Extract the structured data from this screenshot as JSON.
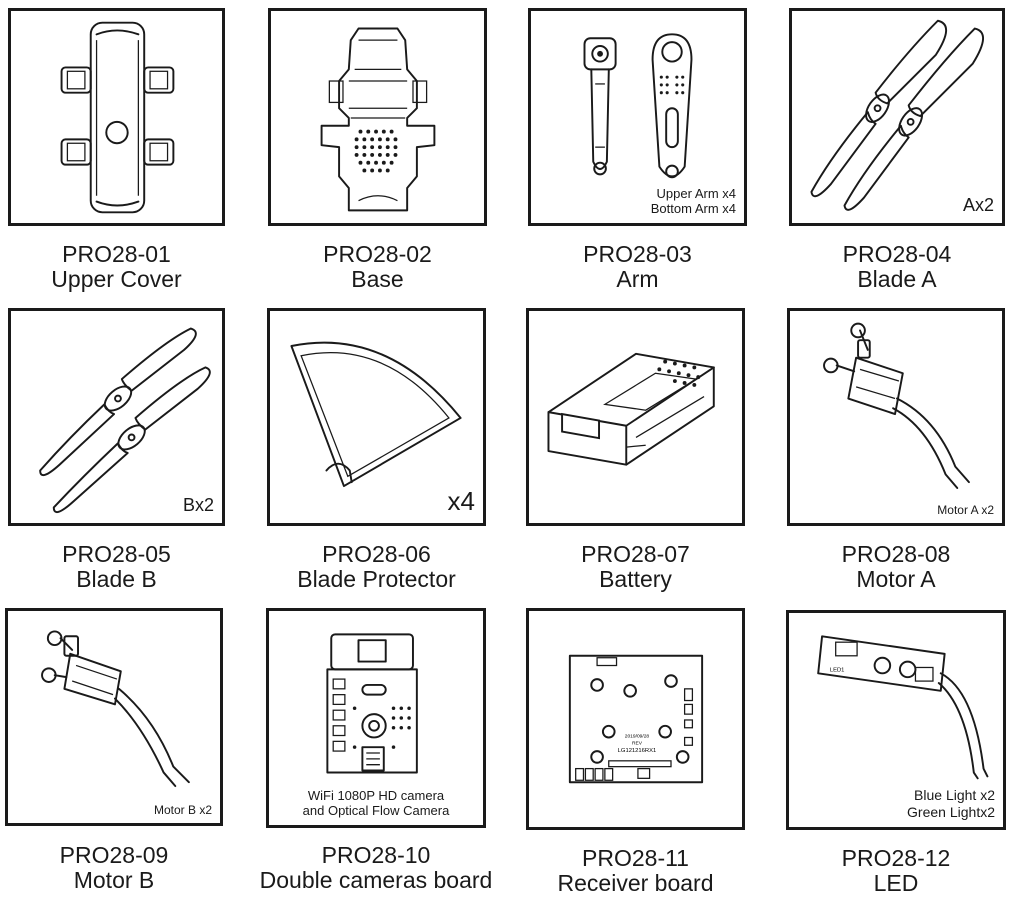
{
  "parts": [
    {
      "code": "PRO28-01",
      "name": "Upper Cover",
      "note": [],
      "icon": "upper-cover-icon"
    },
    {
      "code": "PRO28-02",
      "name": "Base",
      "note": [],
      "icon": "base-icon"
    },
    {
      "code": "PRO28-03",
      "name": "Arm",
      "note": [
        "Upper Arm x4",
        "Bottom Arm x4"
      ],
      "icon": "arm-icon"
    },
    {
      "code": "PRO28-04",
      "name": "Blade A",
      "note": [
        "Ax2"
      ],
      "icon": "blade-a-icon"
    },
    {
      "code": "PRO28-05",
      "name": "Blade B",
      "note": [
        "Bx2"
      ],
      "icon": "blade-b-icon"
    },
    {
      "code": "PRO28-06",
      "name": "Blade Protector",
      "note": [
        "x4"
      ],
      "icon": "blade-protector-icon"
    },
    {
      "code": "PRO28-07",
      "name": "Battery",
      "note": [],
      "icon": "battery-icon"
    },
    {
      "code": "PRO28-08",
      "name": "Motor A",
      "note": [
        "Motor A x2"
      ],
      "icon": "motor-a-icon"
    },
    {
      "code": "PRO28-09",
      "name": "Motor B",
      "note": [
        "Motor B x2"
      ],
      "icon": "motor-b-icon"
    },
    {
      "code": "PRO28-10",
      "name": "Double cameras board",
      "note": [
        "WiFi 1080P HD camera",
        "and Optical Flow Camera"
      ],
      "icon": "camera-board-icon"
    },
    {
      "code": "PRO28-11",
      "name": "Receiver board",
      "note": [],
      "icon": "receiver-board-icon",
      "board_text": [
        "2019/09/28",
        "REV",
        "LG121216RX1"
      ]
    },
    {
      "code": "PRO28-12",
      "name": "LED",
      "note": [
        "Blue Light x2",
        "Green Lightx2"
      ],
      "icon": "led-icon",
      "board_text": [
        "LED1"
      ]
    }
  ]
}
